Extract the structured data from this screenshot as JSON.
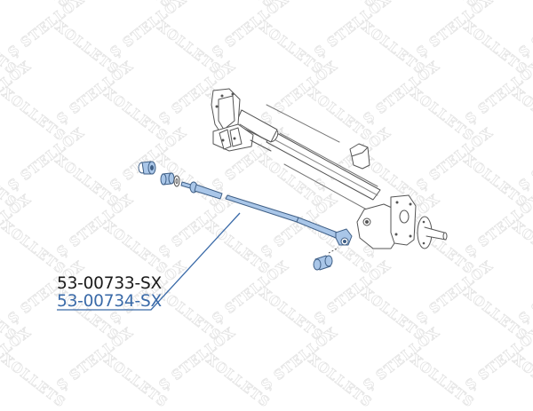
{
  "diagram": {
    "type": "exploded-parts-view",
    "subject": "rear axle beam with panhard rod and bushings",
    "watermark": {
      "text": "STELLOX",
      "color": "#e4e4e4"
    },
    "colors": {
      "outline": "#555555",
      "highlight_fill": "#a9c6e8",
      "highlight_stroke": "#3f5f86",
      "leader_line": "#3a6aa8",
      "label_primary": "#1a1a1a",
      "label_secondary": "#3a6aa8"
    },
    "parts": [
      {
        "id": "bushing-outer-left",
        "highlighted": true
      },
      {
        "id": "bushing-inner-left",
        "highlighted": true
      },
      {
        "id": "washer",
        "highlighted": false
      },
      {
        "id": "threaded-rod-end",
        "highlighted": true
      },
      {
        "id": "panhard-rod",
        "highlighted": true
      },
      {
        "id": "rod-end-eye-right",
        "highlighted": true
      },
      {
        "id": "bushing-right",
        "highlighted": true
      },
      {
        "id": "axle-beam",
        "highlighted": false
      },
      {
        "id": "axle-bracket-left",
        "highlighted": false
      },
      {
        "id": "mount-bracket-small",
        "highlighted": false
      },
      {
        "id": "hub-flange-right",
        "highlighted": false
      }
    ],
    "labels": [
      {
        "text": "53-00733-SX",
        "style": "primary"
      },
      {
        "text": "53-00734-SX",
        "style": "secondary"
      }
    ]
  }
}
